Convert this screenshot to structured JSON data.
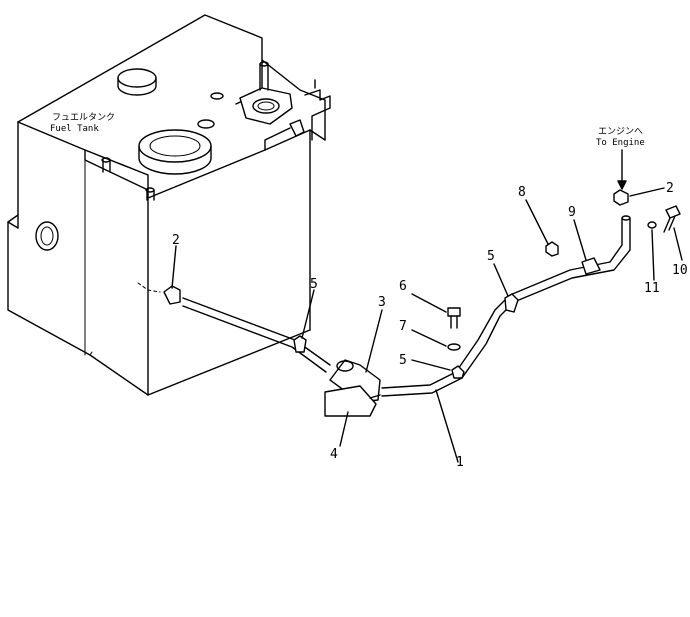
{
  "tank_label": {
    "jp": "フュエルタンク",
    "en": "Fuel Tank"
  },
  "engine_label": {
    "jp": "エンジンへ",
    "en": "To Engine"
  },
  "callouts": {
    "c1": "1",
    "c2_left": "2",
    "c2_right": "2",
    "c3": "3",
    "c4": "4",
    "c5_left": "5",
    "c5_mid": "5",
    "c5_right": "5",
    "c6": "6",
    "c7": "7",
    "c8": "8",
    "c9": "9",
    "c10": "10",
    "c11": "11"
  }
}
